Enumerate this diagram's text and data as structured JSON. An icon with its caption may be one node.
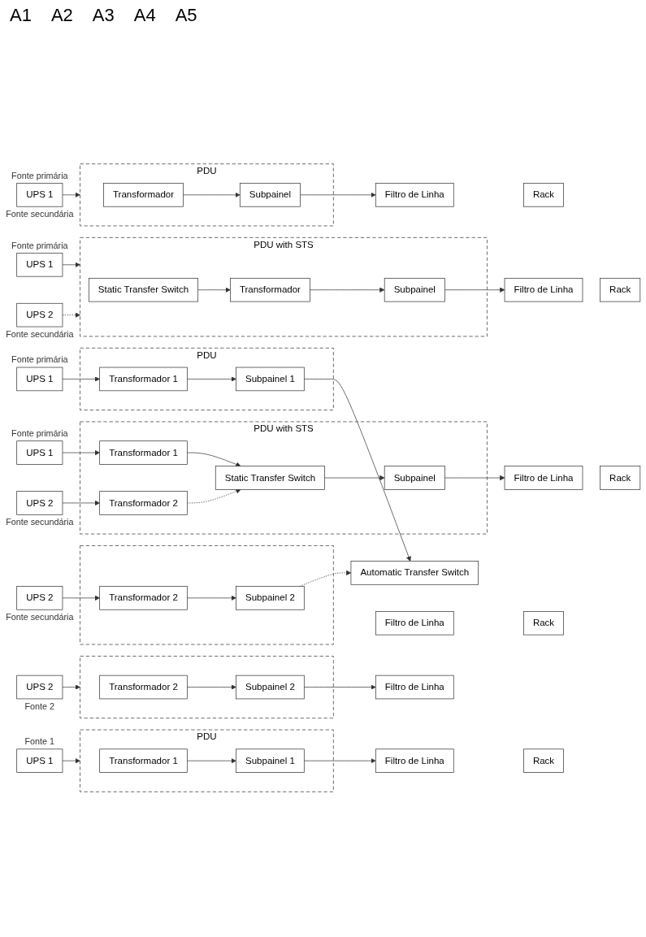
{
  "diagram": {
    "nodes": [
      {
        "text": [
          "UPS 1"
        ],
        "beside": [
          "Fonte primária",
          "Fonte secundária"
        ]
      },
      {
        "text": [
          "PDU"
        ]
      },
      {
        "text": [
          "Transformador"
        ],
        "in": 1
      },
      {
        "text": [
          "Subpainel"
        ],
        "in": 1
      },
      {
        "text": [
          "Filtro de Linha"
        ]
      },
      {
        "text": [
          "Rack"
        ]
      },
      {
        "text": [
          "UPS 1"
        ],
        "beside": [
          "Fonte primária"
        ]
      },
      {
        "text": [
          "UPS 2"
        ],
        "beside": [
          "Fonte secundária"
        ]
      },
      {
        "text": [
          "PDU with STS"
        ]
      },
      {
        "text": [
          "Static Transfer Switch"
        ],
        "in": 8
      },
      {
        "text": [
          "Transformador"
        ],
        "in": 8
      },
      {
        "text": [
          "Subpainel"
        ],
        "in": 8
      },
      {
        "text": [
          "Filtro de Linha"
        ]
      },
      {
        "text": [
          "Rack"
        ]
      },
      {
        "text": [
          "UPS 1"
        ],
        "beside": [
          "Fonte primária"
        ]
      },
      {
        "text": [
          "UPS 2"
        ],
        "beside": [
          "Fonte secundária"
        ]
      },
      {
        "text": [
          "PDU with STS"
        ]
      },
      {
        "text": [
          "Transformador 1"
        ],
        "in": 16
      },
      {
        "text": [
          "Transformador 2"
        ],
        "in": 16
      },
      {
        "text": [
          "Static Transfer Switch"
        ],
        "in": 16
      },
      {
        "text": [
          "Subpainel"
        ],
        "in": 16
      },
      {
        "text": [
          "Filtro de Linha"
        ]
      },
      {
        "text": [
          "Rack"
        ]
      },
      {
        "text": [
          "UPS 1"
        ],
        "beside": [
          "Fonte primária"
        ]
      },
      {
        "text": [
          "UPS 2"
        ],
        "beside": [
          "Fonte secundária"
        ]
      },
      {
        "text": [
          "PDU"
        ]
      },
      {
        "text": [
          "Transformador 1"
        ],
        "in": 25
      },
      {
        "text": [
          "Subpainel 1"
        ],
        "in": 25
      },
      {
        "text": [],
        "shape": "box"
      },
      {
        "text": [
          "Transformador 2"
        ],
        "in": 28
      },
      {
        "text": [
          "Subpainel 2"
        ],
        "in": 28
      },
      {
        "text": [
          "Filtro de Linha"
        ]
      },
      {
        "text": [
          "Rack"
        ]
      },
      {
        "text": [
          "Automatic Transfer Switch"
        ]
      },
      {
        "text": [
          "UPS 1"
        ],
        "beside": [
          "Fonte 1"
        ]
      },
      {
        "text": [
          "UPS 2"
        ],
        "beside": [
          "Fonte 2"
        ]
      },
      {
        "text": [
          "PDU"
        ]
      },
      {
        "text": [
          "Transformador 1"
        ],
        "in": 36
      },
      {
        "text": [
          "Subpainel 1"
        ],
        "in": 36
      },
      {
        "text": [],
        "shape": "box"
      },
      {
        "text": [
          "Transformador 2"
        ],
        "in": 39
      },
      {
        "text": [
          "Subpainel 2"
        ],
        "in": 39
      },
      {
        "text": [
          "Filtro de Linha"
        ]
      },
      {
        "text": [
          "Rack"
        ]
      },
      {
        "text": [
          "Filtro de Linha"
        ]
      }
    ],
    "edges": [
      {
        "from": 0,
        "to": 1,
        "arrow": "to"
      },
      {
        "from": 2,
        "to": 3,
        "arrow": "to"
      },
      {
        "from": 3,
        "to": 4,
        "arrow": "to"
      },
      {
        "from": 6,
        "to": 8,
        "arrow": "to"
      },
      {
        "from": 7,
        "to": 8,
        "arrow": "to",
        "style": "dashed"
      },
      {
        "from": 9,
        "to": 10,
        "arrow": "to"
      },
      {
        "from": 10,
        "to": 11,
        "arrow": "to"
      },
      {
        "from": 11,
        "to": 12,
        "arrow": "to"
      },
      {
        "from": 14,
        "to": 17,
        "arrow": "to"
      },
      {
        "from": 15,
        "to": 18,
        "arrow": "to"
      },
      {
        "from": 17,
        "to": 19,
        "arrow": "to"
      },
      {
        "from": 18,
        "to": 19,
        "arrow": "to",
        "style": "dashed"
      },
      {
        "from": 19,
        "to": 20,
        "arrow": "to"
      },
      {
        "from": 20,
        "to": 21,
        "arrow": "to"
      },
      {
        "from": 23,
        "to": 26,
        "arrow": "to"
      },
      {
        "from": 24,
        "to": 29,
        "arrow": "to"
      },
      {
        "from": 26,
        "to": 27,
        "arrow": "to"
      },
      {
        "from": 29,
        "to": 30,
        "arrow": "to"
      },
      {
        "from": 27,
        "to": 33,
        "arrow": "to"
      },
      {
        "from": 30,
        "to": 33,
        "arrow": "to",
        "style": "dashed"
      },
      {
        "from": 34,
        "to": 36,
        "arrow": "to"
      },
      {
        "from": 35,
        "to": 39,
        "arrow": "to"
      },
      {
        "from": 37,
        "to": 38,
        "arrow": "to"
      },
      {
        "from": 40,
        "to": 41,
        "arrow": "to"
      },
      {
        "from": 38,
        "to": 42,
        "arrow": "to"
      },
      {
        "from": 41,
        "to": 44,
        "arrow": "to"
      }
    ],
    "labels": [
      "A1",
      "A2",
      "A3",
      "A4",
      "A5"
    ]
  }
}
